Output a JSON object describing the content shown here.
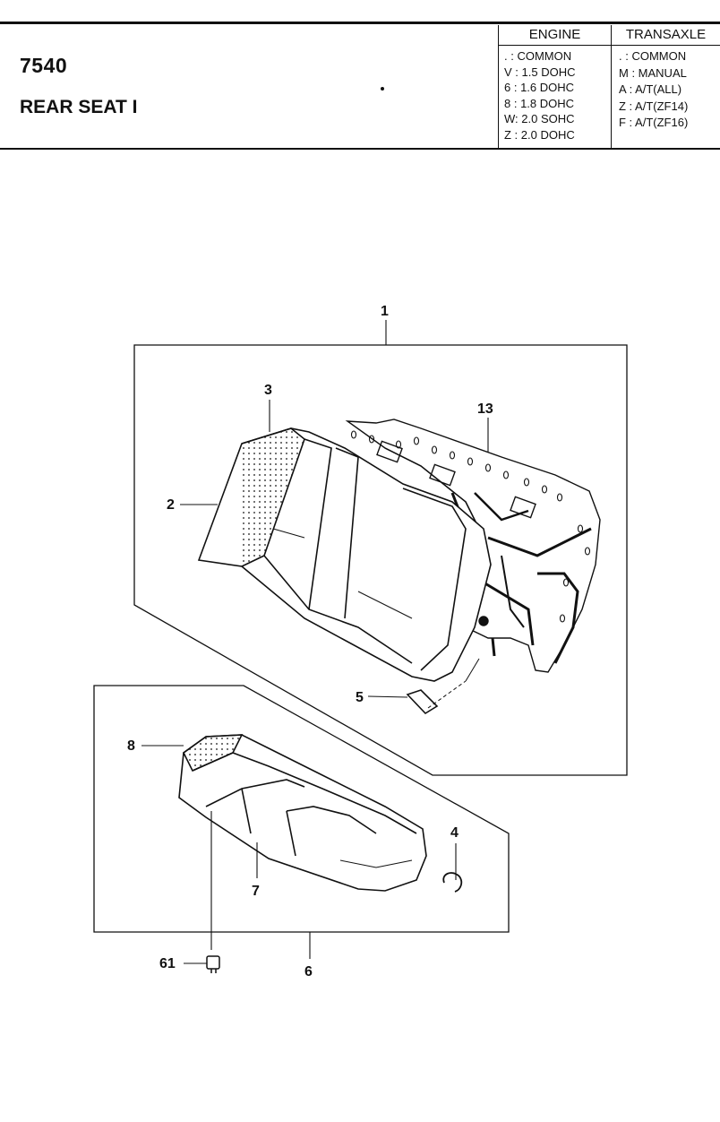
{
  "header": {
    "code": "7540",
    "title": "REAR SEAT I"
  },
  "engine": {
    "heading": "ENGINE",
    "items": [
      ". : COMMON",
      "V : 1.5 DOHC",
      "6 : 1.6 DOHC",
      "8 : 1.8 DOHC",
      "W: 2.0 SOHC",
      "Z : 2.0 DOHC"
    ]
  },
  "transaxle": {
    "heading": "TRANSAXLE",
    "items": [
      ". : COMMON",
      "M : MANUAL",
      "A : A/T(ALL)",
      "Z : A/T(ZF14)",
      "F : A/T(ZF16)"
    ]
  },
  "callouts": {
    "c1": "1",
    "c2": "2",
    "c3": "3",
    "c4": "4",
    "c5": "5",
    "c6": "6",
    "c7": "7",
    "c8": "8",
    "c13": "13",
    "c61": "61"
  }
}
